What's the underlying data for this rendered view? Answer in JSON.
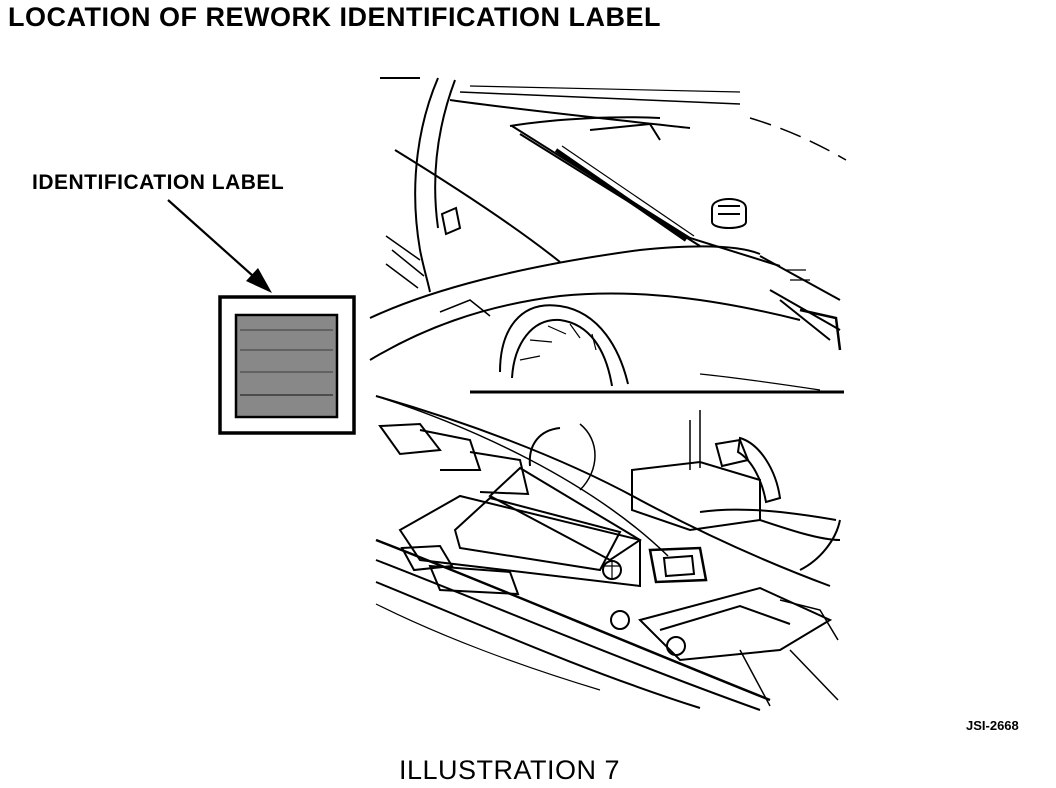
{
  "title": "LOCATION OF REWORK IDENTIFICATION LABEL",
  "callout_label": "IDENTIFICATION  LABEL",
  "figure_code": "JSI-2668",
  "caption": "ILLUSTRATION 7"
}
